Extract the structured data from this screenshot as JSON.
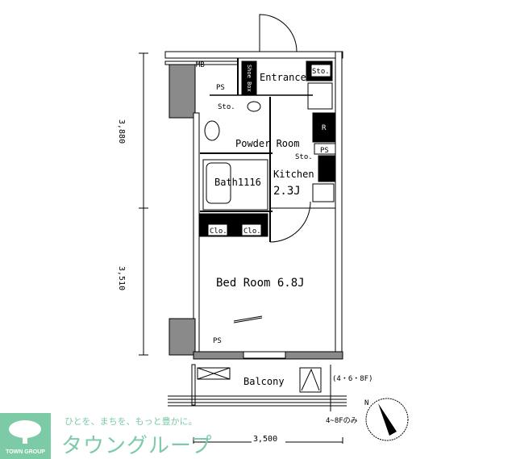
{
  "floorplan": {
    "rooms": {
      "mb": "MB",
      "ps1": "PS",
      "sto1": "Sto.",
      "shoe_box": "Shoe Box",
      "entrance": "Entrance",
      "sto_entrance": "Sto.",
      "refrigerator": "R",
      "powder_room": "Powder Room",
      "ps2": "PS",
      "sto2": "Sto.",
      "kitchen": "Kitchen",
      "kitchen_size": "2.3J",
      "bath": "Bath1116",
      "clo1": "Clo.",
      "clo2": "Clo.",
      "bedroom": "Bed Room 6.8J",
      "ps3": "PS",
      "balcony": "Balcony",
      "floors_note": "(4・6・8F)",
      "floors_only": "4~8Fのみ"
    },
    "dimensions": {
      "upper_depth": "3,880",
      "lower_depth": "3,510",
      "width": "3,500"
    },
    "compass": "N"
  },
  "logo": {
    "company_en": "TOWN GROUP",
    "tagline": "ひとを、まちを、もっと豊かに。",
    "company_ja": "タウングループ",
    "color": "#7ccaa6"
  }
}
